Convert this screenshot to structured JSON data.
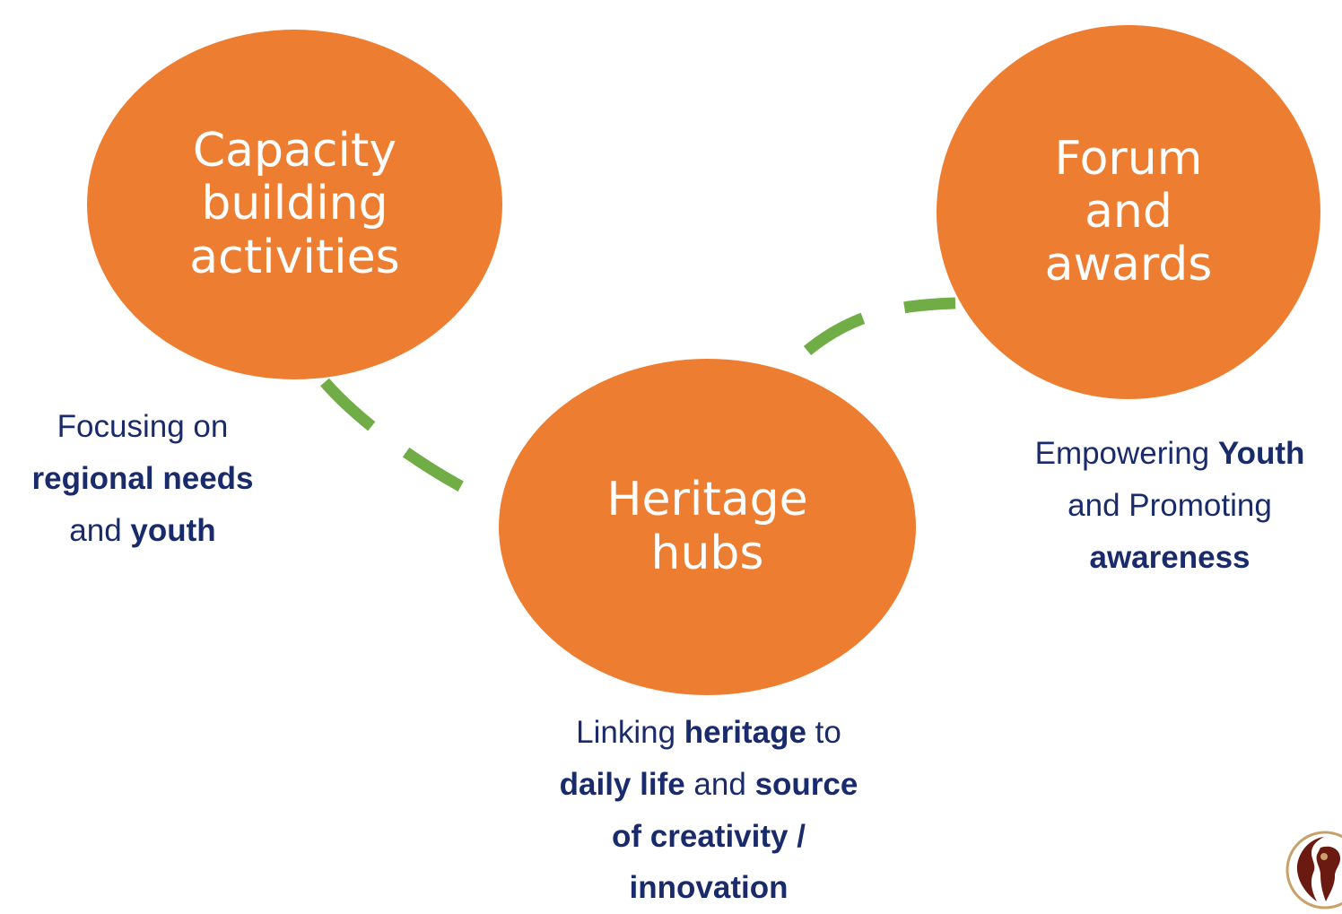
{
  "colors": {
    "node_fill": "#ED7D31",
    "node_text": "#FFFFFF",
    "caption_text": "#1A2B6B",
    "connector": "#70AD47",
    "logo_dark": "#6B1A12",
    "logo_ring": "#C8A16A"
  },
  "nodes": {
    "capacity": {
      "line1": "Capacity",
      "line2": "building",
      "line3": "activities"
    },
    "heritage": {
      "line1": "Heritage",
      "line2": "hubs"
    },
    "forum": {
      "line1": "Forum",
      "line2": "and",
      "line3": "awards"
    }
  },
  "captions": {
    "capacity": {
      "t1": "Focusing on",
      "t2": "regional needs",
      "t3": "and ",
      "t4": "youth"
    },
    "heritage": {
      "t1": "Linking ",
      "t2": "heritage",
      "t3": " to",
      "t4": "daily life",
      "t5": " and ",
      "t6": "source",
      "t7": "of creativity /",
      "t8": "innovation"
    },
    "forum": {
      "t1": "Empowering ",
      "t2": "Youth",
      "t3": "and Promoting",
      "t4": "awareness"
    }
  },
  "logo": {
    "icon": "africa-map-logo-icon"
  }
}
